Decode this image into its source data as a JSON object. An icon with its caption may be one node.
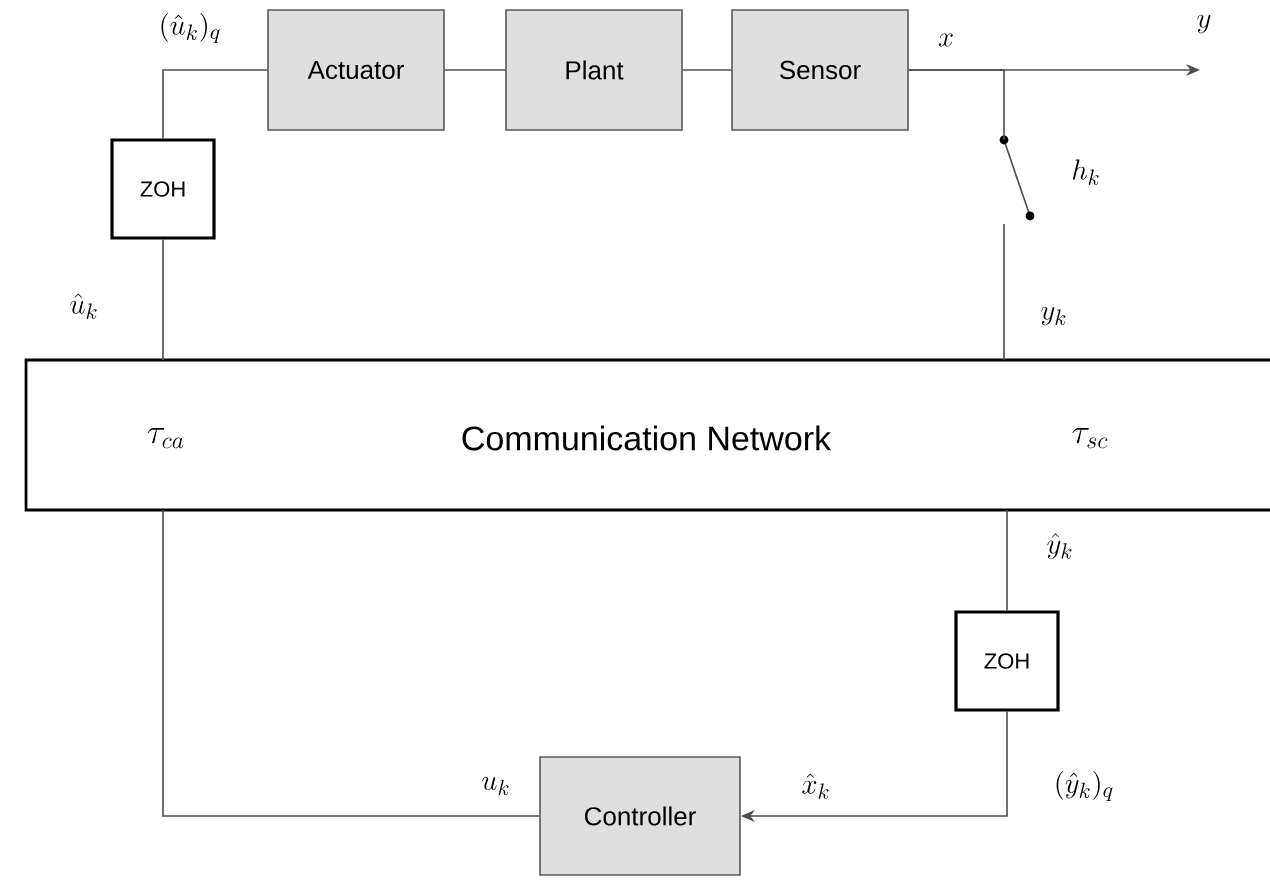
{
  "diagram": {
    "nodes": [
      {
        "text": [
          "Actuator"
        ]
      },
      {
        "text": [
          "Plant"
        ]
      },
      {
        "text": [
          "Sensor"
        ]
      },
      {
        "text": [
          "ZOH"
        ]
      },
      {
        "text": [
          "\\tau_{ca}",
          "Communication Network",
          "\\tau_{sc}"
        ]
      },
      {
        "text": [
          "ZOH"
        ]
      },
      {
        "text": [
          "Controller"
        ]
      },
      {
        "text": [],
        "shape": "switch",
        "beside": [
          "h_k"
        ]
      }
    ],
    "edges": [
      {
        "from": 3,
        "to": 0,
        "arrow": "none",
        "label": "(\\hat{u}_k)_q"
      },
      {
        "from": 0,
        "to": 1,
        "arrow": "none"
      },
      {
        "from": 1,
        "to": 2,
        "arrow": "none"
      },
      {
        "from": 2,
        "to": null,
        "arrow": "to",
        "label": "y"
      },
      {
        "from": 2,
        "to": 7,
        "arrow": "none"
      },
      {
        "from": 7,
        "to": 4,
        "arrow": "none",
        "label": "y_k"
      },
      {
        "from": 4,
        "to": 3,
        "arrow": "none",
        "label": "\\hat{u}_k"
      },
      {
        "from": 4,
        "to": 5,
        "arrow": "none",
        "label": "\\hat{y}_k"
      },
      {
        "from": 5,
        "to": 6,
        "arrow": "to",
        "label": "(\\hat{y}_k)_q"
      },
      {
        "from": 6,
        "to": 4,
        "arrow": "none",
        "label": "u_k"
      }
    ],
    "labels": [
      "x",
      "\\hat{x}_k"
    ]
  }
}
